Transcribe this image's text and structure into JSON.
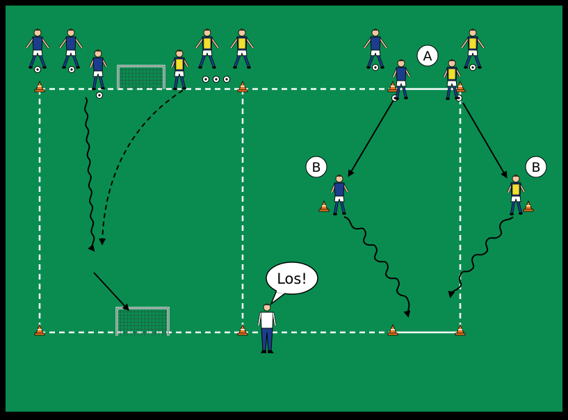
{
  "diagram": {
    "labels": {
      "a": "A",
      "b_left": "B",
      "b_right": "B",
      "speech": "Los!"
    },
    "colors": {
      "field": "#0a8c50",
      "border": "#000000",
      "line": "#ffffff",
      "blue_team": "#1c3d8c",
      "yellow_bib": "#f2e02e",
      "cone": "#f07a20",
      "arrow": "#000000",
      "coach_shirt": "#ffffff",
      "coach_pants": "#1c3d8c"
    }
  }
}
